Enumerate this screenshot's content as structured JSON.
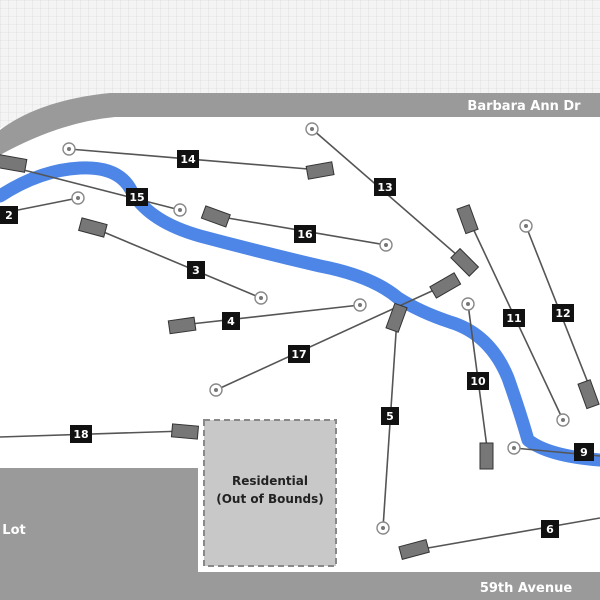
{
  "map": {
    "streets": {
      "top": "Barbara Ann Dr",
      "bottom": "59th Avenue"
    },
    "areas": {
      "lot": "Lot",
      "residential_line1": "Residential",
      "residential_line2": "(Out of Bounds)"
    },
    "holes": [
      {
        "number": "2"
      },
      {
        "number": "3"
      },
      {
        "number": "4"
      },
      {
        "number": "5"
      },
      {
        "number": "6"
      },
      {
        "number": "9"
      },
      {
        "number": "10"
      },
      {
        "number": "11"
      },
      {
        "number": "12"
      },
      {
        "number": "13"
      },
      {
        "number": "14"
      },
      {
        "number": "15"
      },
      {
        "number": "16"
      },
      {
        "number": "17"
      },
      {
        "number": "18"
      }
    ],
    "colors": {
      "creek": "#4d86e6",
      "road": "#999999",
      "grid_bg": "#f2f2f2",
      "grid_line": "#cfcfcf",
      "tee": "#777777",
      "label_bg": "#111111",
      "residential": "#c8c8c8"
    }
  }
}
